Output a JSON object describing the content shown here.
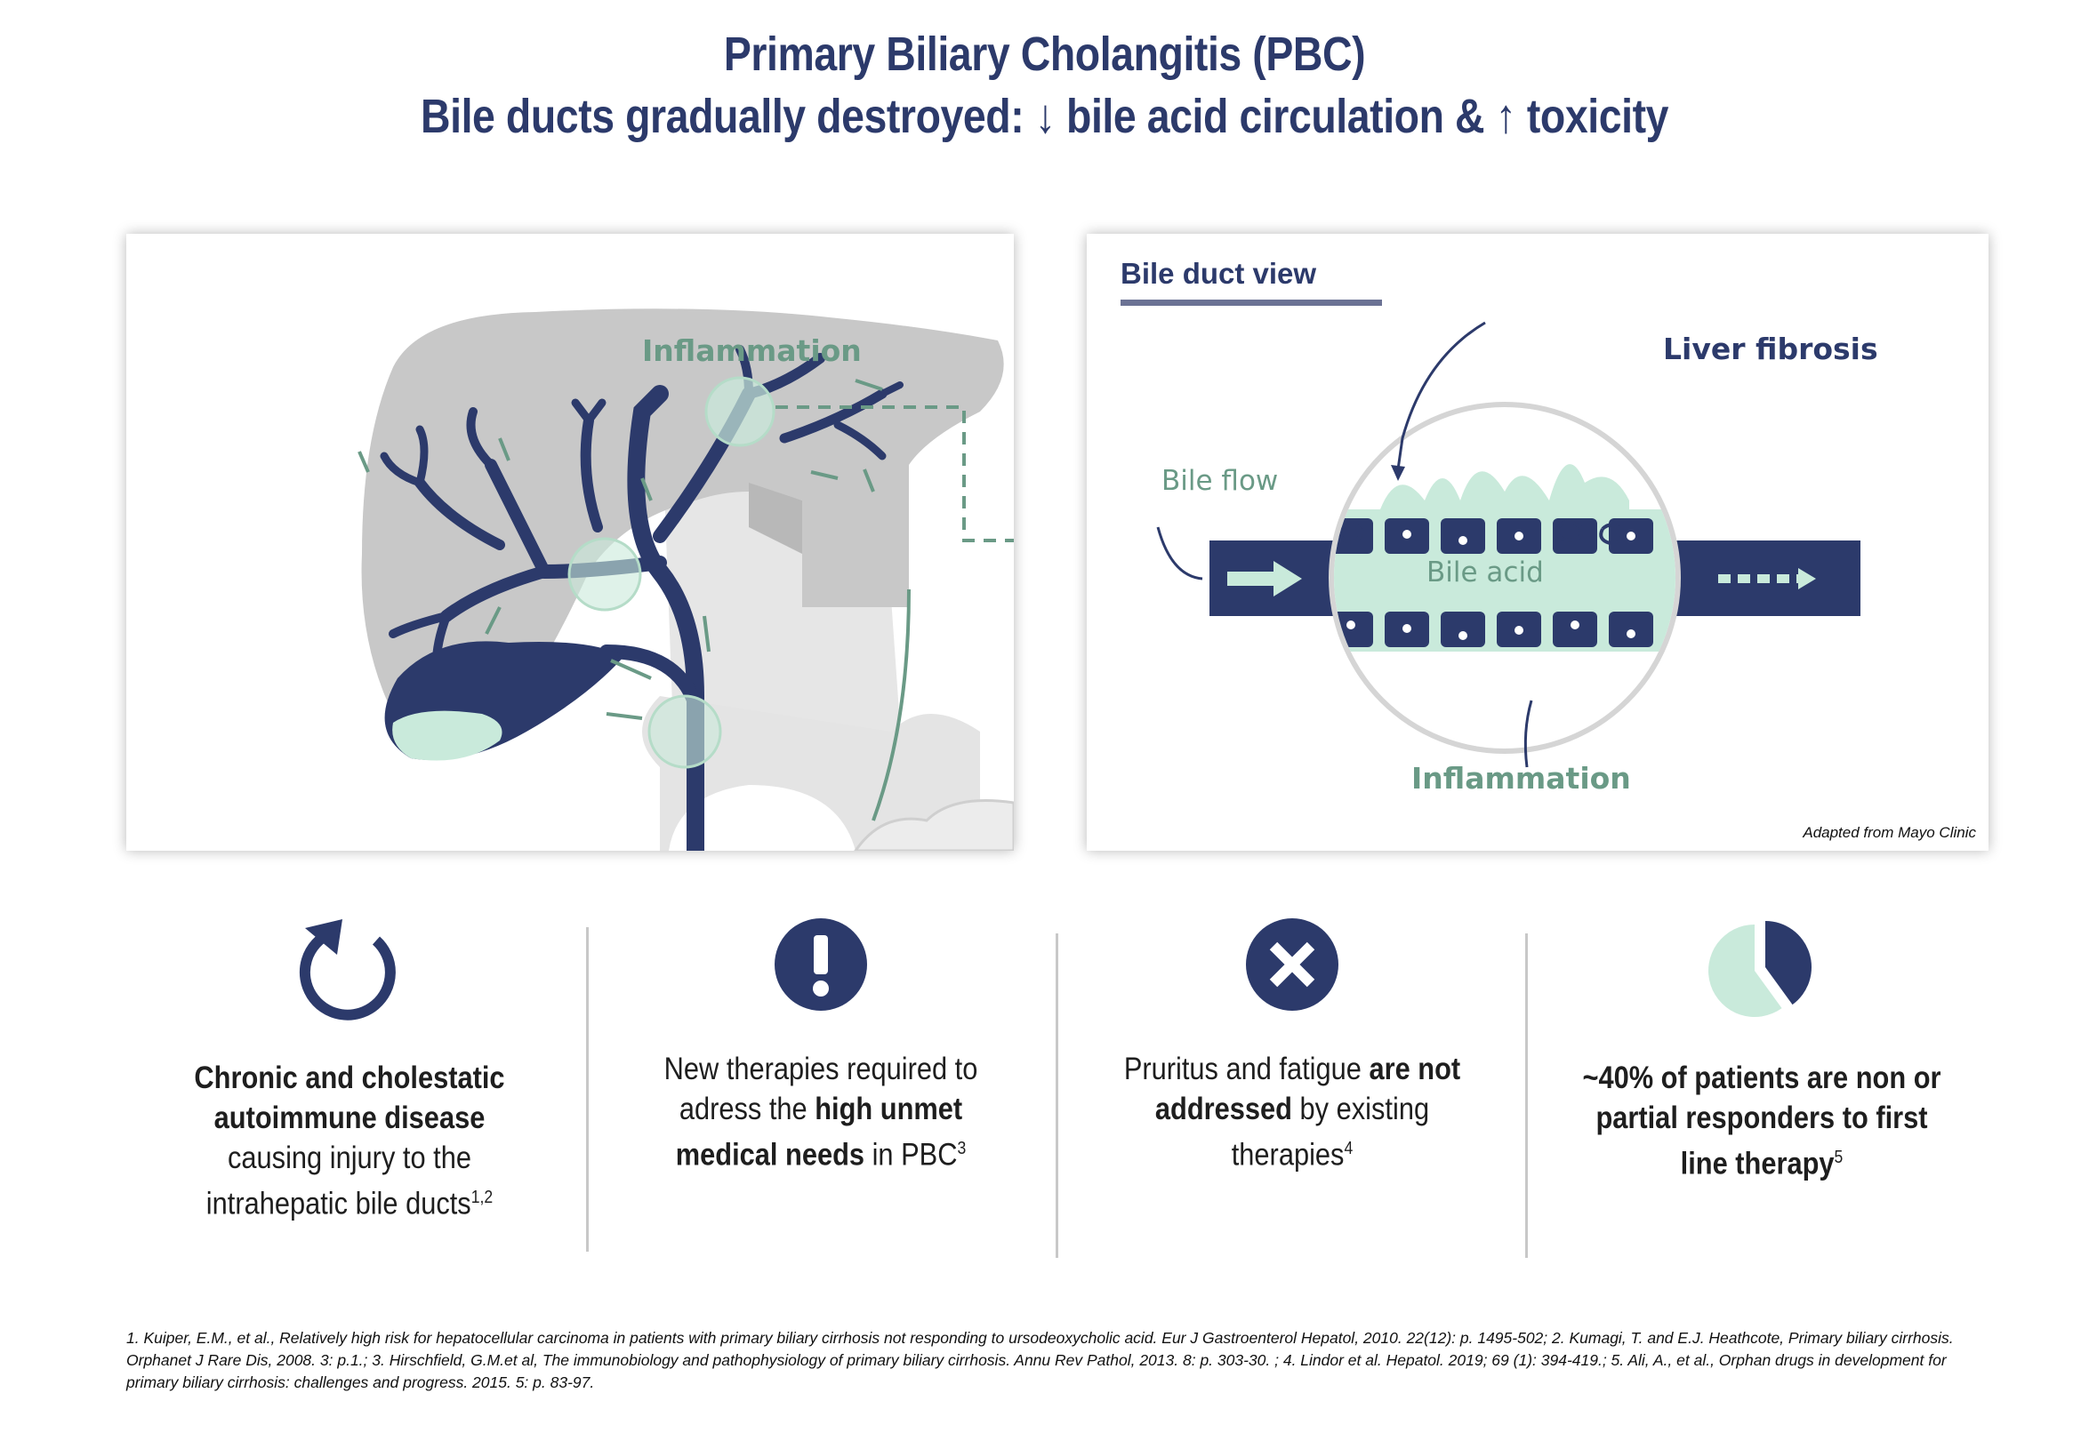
{
  "title": {
    "line1": "Primary Biliary Cholangitis (PBC)",
    "line2": "Bile ducts gradually destroyed: ↓ bile acid circulation & ↑ toxicity"
  },
  "left_panel": {
    "inflammation_label": "Inflammation"
  },
  "right_panel": {
    "title": "Bile duct view",
    "liver_fibrosis": "Liver fibrosis",
    "bile_flow": "Bile flow",
    "bile_acid": "Bile acid",
    "inflammation": "Inflammation",
    "credit": "Adapted from Mayo Clinic"
  },
  "columns": [
    {
      "icon": "refresh-arrow-icon",
      "bold1": "Chronic and cholestatic autoimmune disease",
      "text1": " causing injury to the intrahepatic bile ducts",
      "sup": "1,2"
    },
    {
      "icon": "exclamation-circle-icon",
      "text1": "New therapies required to adress the ",
      "bold1": "high unmet medical needs",
      "text2": " in PBC",
      "sup": "3"
    },
    {
      "icon": "x-circle-icon",
      "text1": "Pruritus and fatigue ",
      "bold1": "are not addressed",
      "text2": " by existing therapies",
      "sup": "4"
    },
    {
      "icon": "pie-chart-icon",
      "bold1": "~40% of patients are non or partial responders to first line therapy",
      "sup": "5",
      "percent": 40
    }
  ],
  "references": "1. Kuiper, E.M., et al., Relatively high risk for hepatocellular carcinoma in patients with primary biliary cirrhosis not responding to ursodeoxycholic acid. Eur J Gastroenterol Hepatol, 2010. 22(12): p. 1495-502; 2. Kumagi, T. and E.J. Heathcote, Primary biliary cirrhosis. Orphanet J Rare Dis, 2008. 3: p.1.; 3. Hirschfield, G.M.et al, The immunobiology and pathophysiology of primary biliary cirrhosis. Annu Rev Pathol, 2013. 8: p. 303-30. ; 4. Lindor et al. Hepatol. 2019; 69 (1): 394-419.; 5. Ali, A., et al., Orphan drugs in development for primary biliary cirrhosis: challenges and progress. 2015. 5: p. 83-97.",
  "colors": {
    "navy": "#2c3a6b",
    "mint": "#c9eadb",
    "green_label": "#6a9a86",
    "liver_gray": "#c8c8c8",
    "light_gray": "#e6e6e6"
  }
}
